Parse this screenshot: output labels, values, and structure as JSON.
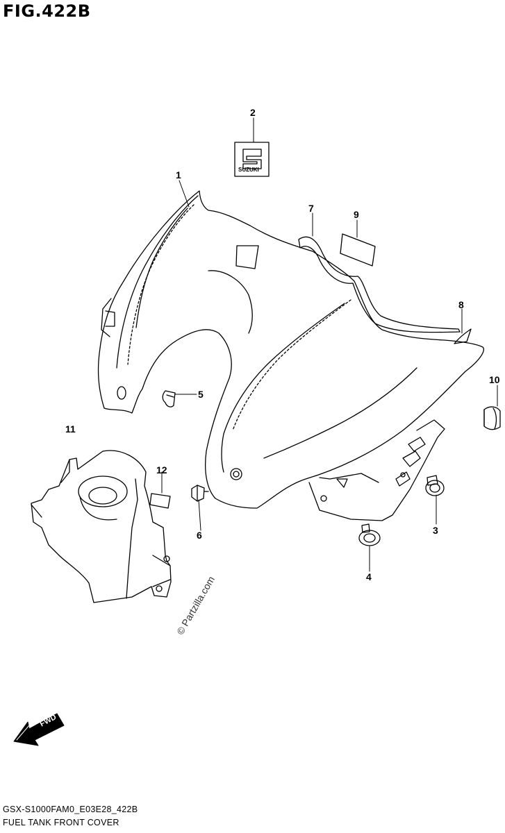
{
  "figure": {
    "title": "FIG.422B",
    "model_code": "GSX-S1000FAM0_E03E28_422B",
    "caption": "FUEL TANK FRONT COVER"
  },
  "callouts": [
    "1",
    "2",
    "3",
    "4",
    "5",
    "6",
    "7",
    "8",
    "9",
    "10",
    "11",
    "12"
  ],
  "emblem_text": "SUZUKI",
  "fwd_arrow_text": "FWD",
  "watermark": "© Partzilla.com",
  "colors": {
    "line": "#000000",
    "background": "#ffffff"
  }
}
